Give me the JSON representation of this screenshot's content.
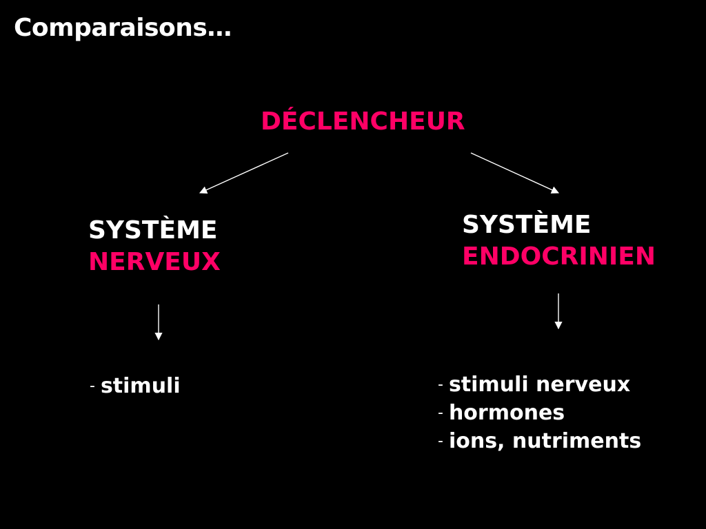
{
  "slide": {
    "title": "Comparaisons…",
    "colors": {
      "background": "#000000",
      "text": "#ffffff",
      "accent": "#ff0066"
    }
  },
  "diagram": {
    "trigger": "DÉCLENCHEUR",
    "left": {
      "line1": "SYSTÈME",
      "line2": "NERVEUX",
      "dash": "-",
      "items": [
        "stimuli"
      ]
    },
    "right": {
      "line1": "SYSTÈME",
      "line2": "ENDOCRINIEN",
      "dash": "-",
      "items": [
        "stimuli nerveux",
        "hormones",
        "ions, nutriments"
      ]
    }
  }
}
